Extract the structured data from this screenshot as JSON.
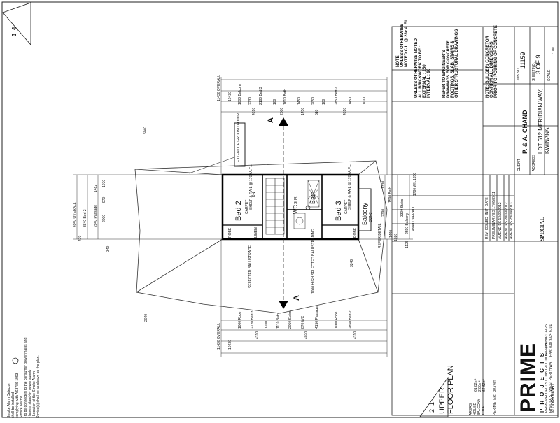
{
  "sheet_corner": {
    "top": [
      "3",
      "4"
    ],
    "bottom": [
      "2",
      "1"
    ]
  },
  "plan_title": [
    "UPPER",
    "FLOOR PLAN"
  ],
  "notes": {
    "concrete_cl": [
      "NOTE:",
      "UNLESS OTHERWISE",
      "NOTED C.L. @ 28c A.F.L"
    ],
    "brickwork": [
      "UNLESS OTHERWISE NOTED",
      "ALL BRICKWORK TO BE :",
      "EXTERNAL : 250",
      "INTERNAL : 90"
    ],
    "engineer": [
      "REFER TO ENGINEER'S",
      "DRAWINGS FOR CONCRETE",
      "FOOTINGS, SLAB, STAIRS &",
      "OTHER STRUCTURAL DRAWINGS"
    ],
    "builder": [
      "NOTE: BUILDER/ CONCRETOR",
      "CONFIRM ALL DIMENSIONS",
      "PRIOR TO POURING OF CONCRETE"
    ]
  },
  "title_block": {
    "client_label": "CLIENT",
    "client": "P. & A. CHAND",
    "address_label": "ADDRESS",
    "address": [
      "LOT 612 MERIDIAN WAY,",
      "KWINANA"
    ],
    "job_no_label": "JOB NO.",
    "job_no": "11159",
    "sheet_label": "SHEET NO.",
    "sheet_no": "3 OF 9",
    "scale_label": "SCALE",
    "scale": "1:100",
    "revisions_header": [
      "REV",
      "ISSUED",
      "INIT",
      "DATE"
    ],
    "revisions": [
      [
        "",
        "PRELIMINARY",
        "ES",
        "17/05/2011"
      ],
      [
        "",
        "AMEND",
        "ES",
        "13/09/2012"
      ],
      [
        "",
        "AMEND",
        "ES",
        "20/09/2012"
      ],
      [
        "",
        "AMEND",
        "ES",
        "29/04/2013"
      ]
    ],
    "drawn_label": "SPECIAL",
    "brand": "PRIME",
    "brand_sub": "PROJECTS",
    "company": [
      "PRIME PROJECTS CONSTRUCTIONS PTY LTD",
      "RHEOLA ST, WEST PERTH WA",
      "TEL: (08) 9321 4425",
      "FAX: (08) 9324 6101"
    ],
    "copyright": "© COPYRIGHT"
  },
  "areas": {
    "labels": [
      "AREAS",
      "HOUSE",
      "BALCONY",
      "TOTAL"
    ],
    "values": [
      "61.82m²",
      "2.80m²",
      "64.62m²"
    ],
    "perimeter_label": "PERIMETER",
    "perimeter_value": "30.74lm"
  },
  "smoke_note": [
    "Smoke Alarm Detector",
    "shall be installed",
    "complying with AS3786-1993",
    "Smoke Alarms.",
    "- to be connected to the consumer power mains and",
    "- have a stand-by power supply",
    "- Location of the Smoke Alarm",
    "Device(s) shall be as shown on the plan."
  ],
  "rooms": [
    {
      "name": "Bed 2",
      "sub": "CARPET"
    },
    {
      "name": "Bed 3",
      "sub": "CARPET"
    },
    {
      "name": "Bath",
      "sub": ""
    },
    {
      "name": "WC",
      "sub": ""
    },
    {
      "name": "Balcony",
      "sub": "CONC"
    },
    {
      "name": "Stairs",
      "sub": ""
    },
    {
      "name": "Passage",
      "sub": ""
    }
  ],
  "room_notes": [
    "SHELF & RAIL @ 1700 A.F.L",
    "SHELF & RAIL @ 1700 A.F.L",
    "ROBE",
    "ROBE",
    "LINEN",
    "DN",
    "SHR"
  ],
  "section_marker": "A",
  "callouts": [
    "EXTENT OF GROUND FLOOR",
    "SELECTED BALUSTRADE",
    "1000 HIGH SELECTED BALUSTRADING",
    "REFER DETAIL"
  ],
  "dims_top": {
    "overall": [
      "11430 OVERALL",
      "10430"
    ],
    "segments": [
      "1000 Balcony",
      "2230",
      "2180 Bed 3",
      "100",
      "1610 Bath",
      "1450",
      "2050",
      "100",
      "2850 Bed 2",
      "1450",
      "1000"
    ],
    "chain2": [
      "4310",
      "2000",
      "1450",
      "510",
      "4310"
    ]
  },
  "dims_bottom": {
    "overall": [
      "11430 OVERALL",
      "10430"
    ],
    "segments": [
      "1000 Robe",
      "2720 Bed 3",
      "1700",
      "1110 Bath",
      "2050 Stairs",
      "870 WC",
      "4150 Passage",
      "1000 Robe",
      "2850 Bed 2"
    ],
    "chain2": [
      "4310",
      "4070",
      "4310"
    ]
  },
  "dims_left": [
    "4940 OVERALL",
    "3840 Bed 2",
    "2940 Passage",
    "1482",
    "970",
    "1070",
    "2000",
    "470",
    "340"
  ],
  "dims_right": [
    "4940 OVERALL",
    "3300 Stairs",
    "2590 Balcony",
    "1780 WIL",
    "1590 Bath",
    "1020",
    "1350",
    "2290",
    "1330",
    "1440",
    "1125",
    "3240",
    "5040",
    "2040"
  ]
}
